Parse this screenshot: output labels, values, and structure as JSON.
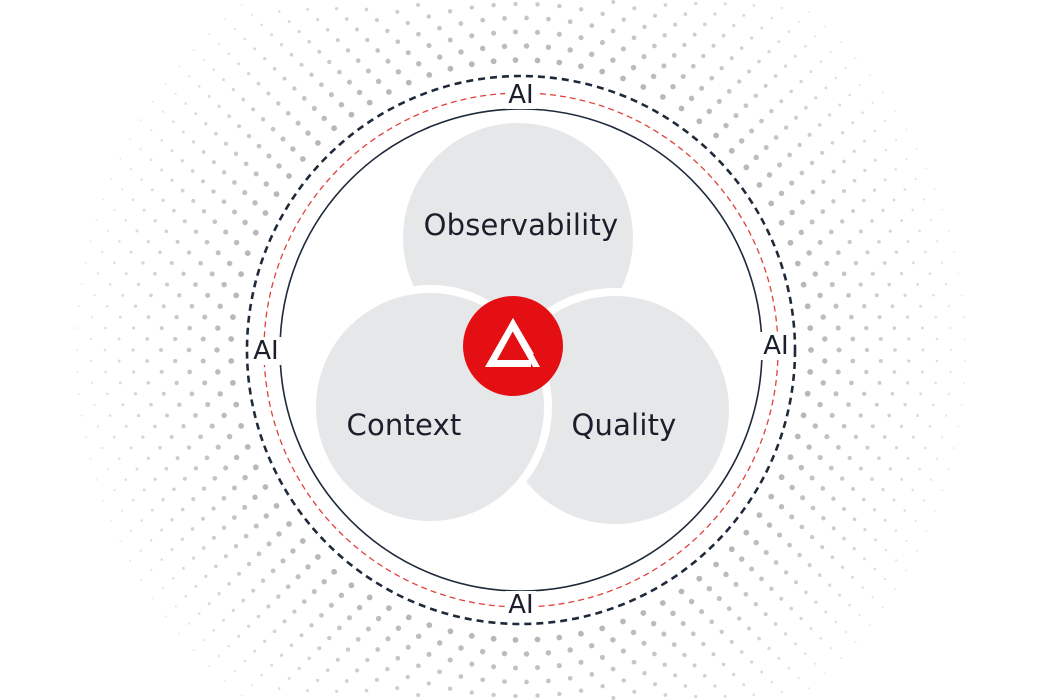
{
  "diagram": {
    "lobes": {
      "top": "Observability",
      "left": "Context",
      "right": "Quality"
    },
    "ring_labels": {
      "top": "AI",
      "left": "AI",
      "right": "AI",
      "bottom": "AI"
    },
    "center_logo": "red-triangle-logo-icon"
  },
  "colors": {
    "lobe_fill": "#e6e7e8",
    "ring_dark": "#1e2a3a",
    "ring_red": "#e0413a",
    "logo_red": "#e30f13",
    "dots": "#b8b8b8"
  }
}
